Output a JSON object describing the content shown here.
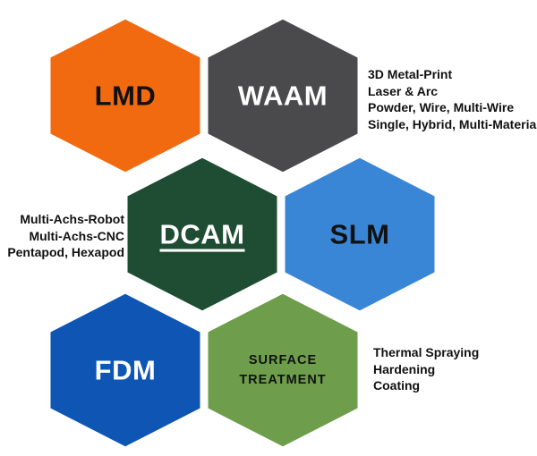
{
  "hexagons": [
    {
      "id": "lmd",
      "lines": [
        "LMD"
      ],
      "fill": "#F26A0F",
      "text_color": "#111111",
      "underline": false
    },
    {
      "id": "waam",
      "lines": [
        "WAAM"
      ],
      "fill": "#4A4A4C",
      "text_color": "#FFFFFF",
      "underline": false
    },
    {
      "id": "dcam",
      "lines": [
        "DCAM"
      ],
      "fill": "#1E4D33",
      "text_color": "#FFFFFF",
      "underline": true
    },
    {
      "id": "slm",
      "lines": [
        "SLM"
      ],
      "fill": "#3A86D6",
      "text_color": "#111111",
      "underline": false
    },
    {
      "id": "fdm",
      "lines": [
        "FDM"
      ],
      "fill": "#0E55B4",
      "text_color": "#FFFFFF",
      "underline": false
    },
    {
      "id": "surface",
      "lines": [
        "SURFACE",
        "TREATMENT"
      ],
      "fill": "#6E9E4C",
      "text_color": "#111111",
      "underline": false
    }
  ],
  "notes": {
    "waam": [
      "3D Metal-Print",
      "Laser & Arc",
      "Powder, Wire, Multi-Wire",
      "Single, Hybrid, Multi-Material"
    ],
    "dcam": [
      "Multi-Achs-Robot",
      "Multi-Achs-CNC",
      "Pentapod, Hexapod"
    ],
    "surface": [
      "Thermal Spraying",
      "Hardening",
      "Coating"
    ]
  }
}
